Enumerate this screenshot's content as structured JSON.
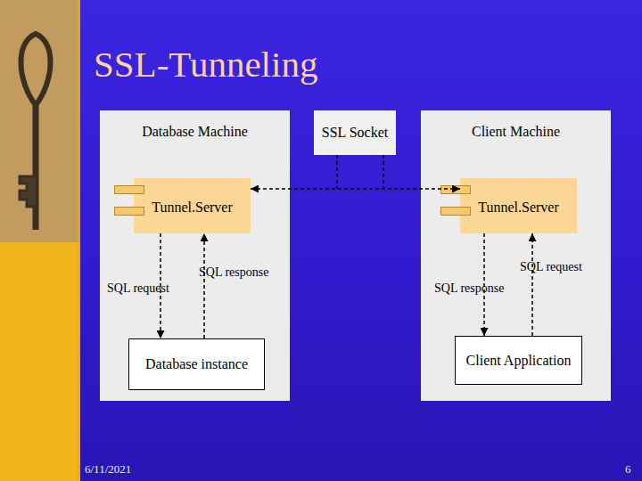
{
  "diagram": {
    "title": "SSL-Tunneling",
    "nodes": [
      {
        "text": [
          "Database Machine"
        ]
      },
      {
        "text": [
          "Tunnel.Server"
        ],
        "in": 0
      },
      {
        "text": [
          "Database instance"
        ],
        "in": 0
      },
      {
        "text": [
          "SSL Socket"
        ]
      },
      {
        "text": [
          "Client Machine"
        ]
      },
      {
        "text": [
          "Tunnel.Server"
        ],
        "in": 4
      },
      {
        "text": [
          "Client Application"
        ],
        "in": 4
      }
    ],
    "edges": [
      {
        "from": 1,
        "to": 2,
        "label": "SQL request",
        "arrow": "to"
      },
      {
        "from": 2,
        "to": 1,
        "label": "SQL response",
        "arrow": "to"
      },
      {
        "from": 6,
        "to": 5,
        "label": "SQL request",
        "arrow": "to"
      },
      {
        "from": 5,
        "to": 6,
        "label": "SQL response",
        "arrow": "to"
      },
      {
        "from": 1,
        "to": 5,
        "arrow": "both"
      }
    ],
    "labels": [
      "6/11/2021",
      "6"
    ]
  }
}
